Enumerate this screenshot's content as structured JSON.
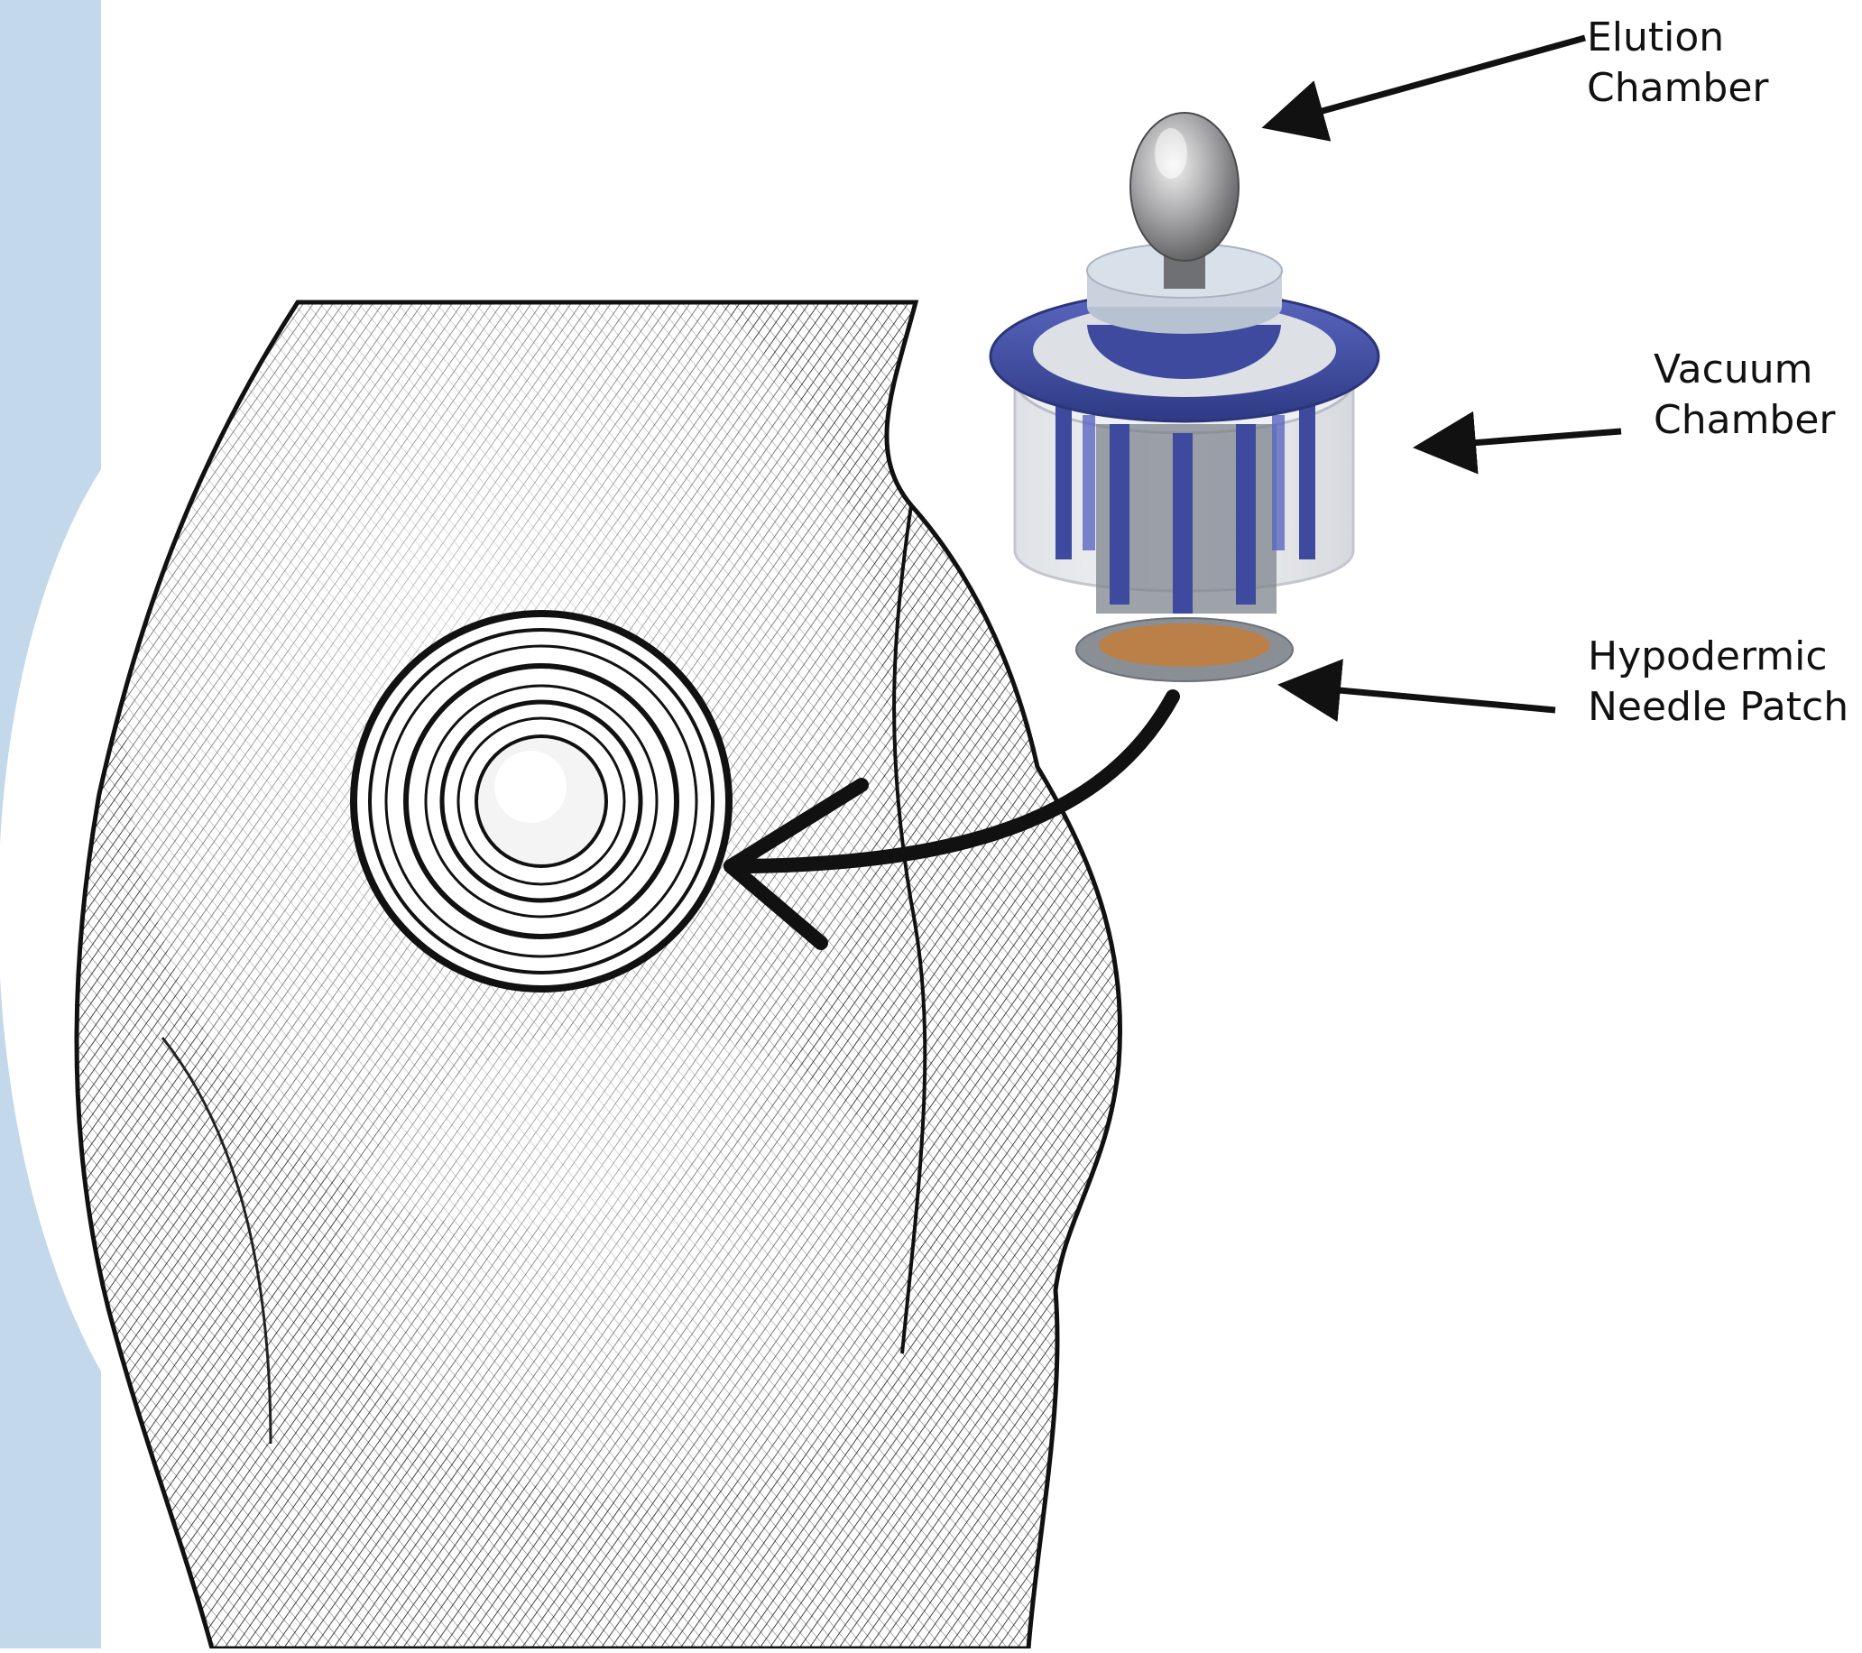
{
  "labels": {
    "elution_line1": "Elution",
    "elution_line2": "Chamber",
    "vacuum_line1": "Vacuum",
    "vacuum_line2": "Chamber",
    "hypodermic_line1": "Hypodermic",
    "hypodermic_line2": "Needle Patch"
  },
  "colors": {
    "side_panel": "#c3d8ea",
    "device_blue": "#3d4a9e",
    "metal": "#9a9a9c",
    "ink": "#111111"
  }
}
